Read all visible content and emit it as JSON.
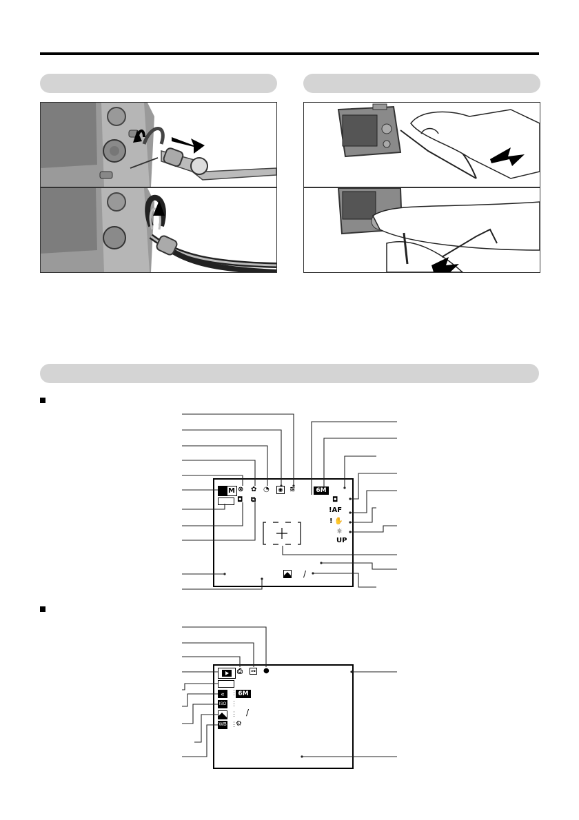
{
  "sections": {
    "strap_left": {
      "title": ""
    },
    "strap_right": {
      "title": ""
    },
    "lcd": {
      "title": ""
    }
  },
  "subsections": {
    "shooting": {
      "label": ""
    },
    "playback": {
      "label": ""
    }
  },
  "lcd_shooting": {
    "mode_badge": "M",
    "pixels_badge": "6M",
    "af_warning": "!AF",
    "shake_warning": "!",
    "up_label": "UP",
    "separator": "/"
  },
  "lcd_playback": {
    "pixels_badge": "6M",
    "iso_badge": "ISO",
    "wb_badge": "WB",
    "separator": "/"
  },
  "colors": {
    "pill": "#d4d4d4",
    "rule": "#000000",
    "line": "#222222"
  },
  "icons": [
    "flash-off-icon",
    "macro-icon",
    "self-timer-icon",
    "photometry-icon",
    "continuous-icon",
    "battery-icon",
    "camera-mode-icon",
    "framing-icon",
    "burst-icon",
    "af-frame-icon",
    "exposure-comp-icon",
    "brightness-icon",
    "protect-icon",
    "print-icon",
    "voice-icon",
    "playback-mode-icon",
    "quality-icon",
    "key-icon"
  ]
}
